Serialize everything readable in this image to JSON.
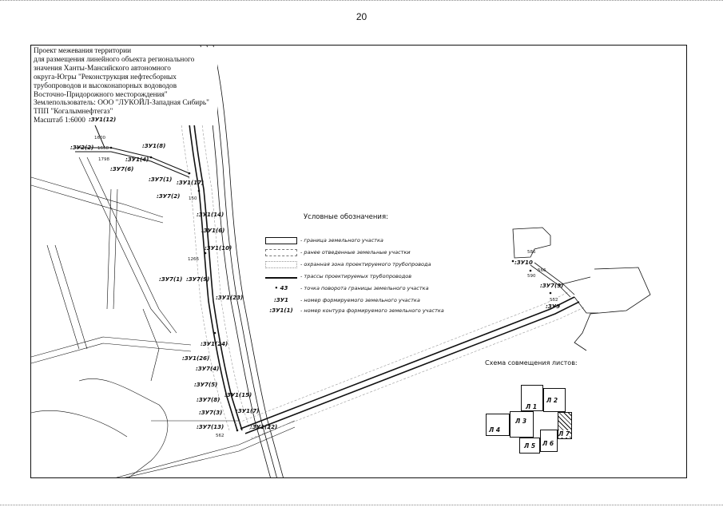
{
  "page_number": "20",
  "title_block": "Проект межевания территории\nдля размещения линейного объекта регионального\nзначения Ханты-Мансийского автономного\nокруга-Югры \"Реконструкция нефтесборных\nтрубопроводов и высоконапорных водоводов\nВосточно-Придорожного месторождения\"\nЗемлепользователь: ООО \"ЛУКОЙЛ-Западная Сибирь\"\nТПП \"Когалымнефтегаз\"\nМасштаб 1:6000",
  "parcel_labels": [
    ":ЗУ1(12)",
    ":ЗУ2(2)",
    ":ЗУ1(8)",
    ":ЗУ1(4)",
    ":ЗУ7(6)",
    ":ЗУ7(1)",
    ":ЗУ1(17)",
    ":ЗУ7(2)",
    ":ЗУ1(14)",
    ":ЗУ1(6)",
    ":ЗУ1(10)",
    ":ЗУ7(1)",
    ":ЗУ7(9)",
    ":ЗУ1(23)",
    ":ЗУ1(24)",
    ":ЗУ1(26)",
    ":ЗУ7(4)",
    ":ЗУ7(5)",
    ":ЗУ7(8)",
    ":ЗУ1(15)",
    ":ЗУ7(3)",
    ":ЗУ1(7)",
    ":ЗУ7(13)",
    ":ЗУ1(22)",
    ":ЗУ10",
    ":ЗУ7(9)",
    ":ЗУ9"
  ],
  "point_labels": [
    "1600",
    "1798",
    "1658",
    "150",
    "1266",
    "586",
    "566",
    "590",
    "552",
    "562"
  ],
  "legend": {
    "title": "Условные обозначения:",
    "items": [
      {
        "symbol": "",
        "text": "- граница земельного участка"
      },
      {
        "symbol": "",
        "text": "- ранее отведенные земельные участки"
      },
      {
        "symbol": "",
        "text": "- охранная зона проектируемого трубопровода"
      },
      {
        "symbol": "",
        "text": "- трассы проектируемых трубопроводов"
      },
      {
        "symbol": "• 43",
        "text": "- точка поворота границы земельного участка"
      },
      {
        "symbol": ":ЗУ1",
        "text": "- номер формируемого земельного участка"
      },
      {
        "symbol": ":ЗУ1(1)",
        "text": "- номер контура формируемого земельного участка"
      }
    ]
  },
  "sheet_scheme": {
    "title": "Схема совмещения листов:",
    "sheets": [
      "Л 1",
      "Л 2",
      "Л 3",
      "Л 4",
      "Л 5",
      "Л 6",
      "Л 7"
    ]
  },
  "colors": {
    "ink": "#111111",
    "zone": "#999999"
  }
}
